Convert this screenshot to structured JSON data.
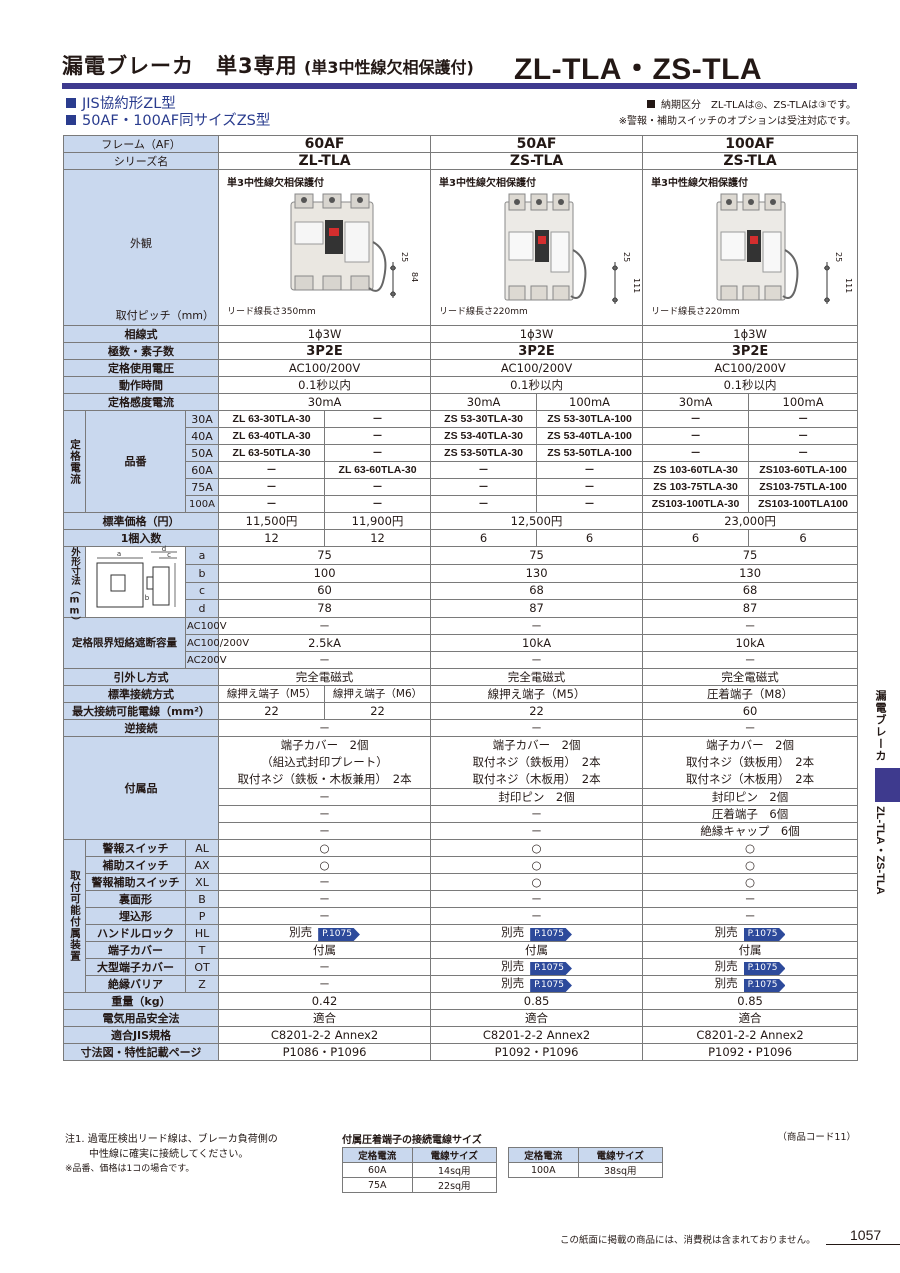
{
  "title": {
    "main": "漏電ブレーカ　単3専用",
    "sub": "(単3中性線欠相保護付)",
    "model": "ZL-TLA・ZS-TLA"
  },
  "series_lines": [
    "JIS協約形ZL型",
    "50AF・100AF同サイズZS型"
  ],
  "notes_top": [
    "納期区分　ZL-TLAは◎、ZS-TLAは③です。",
    "※警報・補助スイッチのオプションは受注対応です。"
  ],
  "table": {
    "frame_label": "フレーム（AF）",
    "series_label": "シリーズ名",
    "appearance_label": "外観",
    "pitch_label": "取付ピッチ（mm）",
    "frames": [
      "60AF",
      "50AF",
      "100AF"
    ],
    "series": [
      "ZL-TLA",
      "ZS-TLA",
      "ZS-TLA"
    ],
    "images": [
      {
        "tag": "単3中性線欠相保護付",
        "lead": "リード線長さ350mm",
        "p1": "25",
        "p2": "84"
      },
      {
        "tag": "単3中性線欠相保護付",
        "lead": "リード線長さ220mm",
        "p1": "25",
        "p2": "111"
      },
      {
        "tag": "単3中性線欠相保護付",
        "lead": "リード線長さ220mm",
        "p1": "25",
        "p2": "111"
      }
    ],
    "phase_label": "相線式",
    "phase": "1ϕ3W",
    "poles_label": "極数・素子数",
    "poles": "3P2E",
    "voltage_label": "定格使用電圧",
    "voltage": "AC100/200V",
    "time_label": "動作時間",
    "time": "0.1秒以内",
    "sens_label": "定格感度電流",
    "sens": [
      "30mA",
      "30mA",
      "100mA",
      "30mA",
      "100mA"
    ],
    "rated_current_label": "定格電流",
    "part_label": "品番",
    "parts": [
      {
        "a": "30A",
        "c": [
          "ZL 63-30TLA-30",
          "－",
          "ZS 53-30TLA-30",
          "ZS 53-30TLA-100",
          "－",
          "－"
        ]
      },
      {
        "a": "40A",
        "c": [
          "ZL 63-40TLA-30",
          "－",
          "ZS 53-40TLA-30",
          "ZS 53-40TLA-100",
          "－",
          "－"
        ]
      },
      {
        "a": "50A",
        "c": [
          "ZL 63-50TLA-30",
          "－",
          "ZS 53-50TLA-30",
          "ZS 53-50TLA-100",
          "－",
          "－"
        ]
      },
      {
        "a": "60A",
        "c": [
          "－",
          "ZL 63-60TLA-30",
          "－",
          "－",
          "ZS 103-60TLA-30",
          "ZS103-60TLA-100"
        ]
      },
      {
        "a": "75A",
        "c": [
          "－",
          "－",
          "－",
          "－",
          "ZS 103-75TLA-30",
          "ZS103-75TLA-100"
        ]
      },
      {
        "a": "100A",
        "c": [
          "－",
          "－",
          "－",
          "－",
          "ZS103-100TLA-30",
          "ZS103-100TLA100"
        ]
      }
    ],
    "price_label": "標準価格（円）",
    "prices": [
      "11,500円",
      "11,900円",
      "12,500円",
      "23,000円"
    ],
    "qty_label": "1梱入数",
    "qty": [
      "12",
      "12",
      "6",
      "6",
      "6",
      "6"
    ],
    "dim_label": "外形寸法（mm）",
    "dims": [
      {
        "k": "a",
        "v": [
          "75",
          "75",
          "75"
        ]
      },
      {
        "k": "b",
        "v": [
          "100",
          "130",
          "130"
        ]
      },
      {
        "k": "c",
        "v": [
          "60",
          "68",
          "68"
        ]
      },
      {
        "k": "d",
        "v": [
          "78",
          "87",
          "87"
        ]
      }
    ],
    "break_label": "定格限界短絡遮断容量",
    "break_rows": [
      {
        "k": "AC100V",
        "v": [
          "－",
          "－",
          "－"
        ]
      },
      {
        "k": "AC100/200V",
        "v": [
          "2.5kA",
          "10kA",
          "10kA"
        ]
      },
      {
        "k": "AC200V",
        "v": [
          "－",
          "－",
          "－"
        ]
      }
    ],
    "trip_label": "引外し方式",
    "trip": "完全電磁式",
    "conn_label": "標準接続方式",
    "conn": [
      "線押え端子（M5）",
      "線押え端子（M6）",
      "線押え端子（M5）",
      "圧着端子（M8）"
    ],
    "wire_label": "最大接続可能電線（mm²）",
    "wire": [
      "22",
      "22",
      "22",
      "60"
    ],
    "reverse_label": "逆接続",
    "reverse": "－",
    "acc_label": "付属品",
    "acc": {
      "zl_1": "端子カバー　2個",
      "zl_2": "（組込式封印プレート）",
      "zl_3": "取付ネジ（鉄板・木板兼用）　2本",
      "dash": "－",
      "zs_1": "端子カバー　2個",
      "zs_2": "取付ネジ（鉄板用）　2本",
      "zs_3": "取付ネジ（木板用）　2本",
      "zs_4": "封印ピン　2個",
      "zs_5": "圧着端子　6個",
      "zs_6": "絶縁キャップ　6個"
    },
    "opt_label": "取付可能付属装置",
    "options": [
      {
        "n": "警報スイッチ",
        "k": "AL",
        "v": [
          "○",
          "○",
          "○"
        ],
        "r": [
          false,
          false,
          false
        ]
      },
      {
        "n": "補助スイッチ",
        "k": "AX",
        "v": [
          "○",
          "○",
          "○"
        ],
        "r": [
          false,
          false,
          false
        ]
      },
      {
        "n": "警報補助スイッチ",
        "k": "XL",
        "v": [
          "－",
          "○",
          "○"
        ],
        "r": [
          false,
          false,
          false
        ]
      },
      {
        "n": "裏面形",
        "k": "B",
        "v": [
          "－",
          "－",
          "－"
        ],
        "r": [
          false,
          false,
          false
        ]
      },
      {
        "n": "埋込形",
        "k": "P",
        "v": [
          "－",
          "－",
          "－"
        ],
        "r": [
          false,
          false,
          false
        ]
      },
      {
        "n": "ハンドルロック",
        "k": "HL",
        "v": [
          "別売",
          "別売",
          "別売"
        ],
        "r": [
          true,
          true,
          true
        ]
      },
      {
        "n": "端子カバー",
        "k": "T",
        "v": [
          "付属",
          "付属",
          "付属"
        ],
        "r": [
          false,
          false,
          false
        ]
      },
      {
        "n": "大型端子カバー",
        "k": "OT",
        "v": [
          "－",
          "別売",
          "別売"
        ],
        "r": [
          false,
          true,
          true
        ]
      },
      {
        "n": "絶縁バリア",
        "k": "Z",
        "v": [
          "－",
          "別売",
          "別売"
        ],
        "r": [
          false,
          true,
          true
        ]
      }
    ],
    "ref_page": "P.1075",
    "weight_label": "重量（kg）",
    "weight": [
      "0.42",
      "0.85",
      "0.85"
    ],
    "law_label": "電気用品安全法",
    "law": [
      "適合",
      "適合",
      "適合"
    ],
    "jis_label": "適合JIS規格",
    "jis": [
      "C8201-2-2 Annex2",
      "C8201-2-2 Annex2",
      "C8201-2-2 Annex2"
    ],
    "page_label": "寸法図・特性記載ページ",
    "pages": [
      "P1086・P1096",
      "P1092・P1096",
      "P1092・P1096"
    ]
  },
  "foot_notes": {
    "n1": "注1. 過電圧検出リード線は、ブレーカ負荷側の",
    "n1b": "中性線に確実に接続してください。",
    "n2": "※品番、価格は1コの場合です。"
  },
  "terminal": {
    "title": "付属圧着端子の接続電線サイズ",
    "h1": "定格電流",
    "h2": "電線サイズ",
    "rows1": [
      [
        "60A",
        "14sq用"
      ],
      [
        "75A",
        "22sq用"
      ]
    ],
    "rows2": [
      [
        "100A",
        "38sq用"
      ]
    ]
  },
  "product_code": "（商品コード11）",
  "side_tab": {
    "top": "漏電ブレーカ",
    "bottom": "ZL-TLA・ZS-TLA"
  },
  "footer_note": "この紙面に掲載の商品には、消費税は含まれておりません。",
  "page_number": "1057"
}
